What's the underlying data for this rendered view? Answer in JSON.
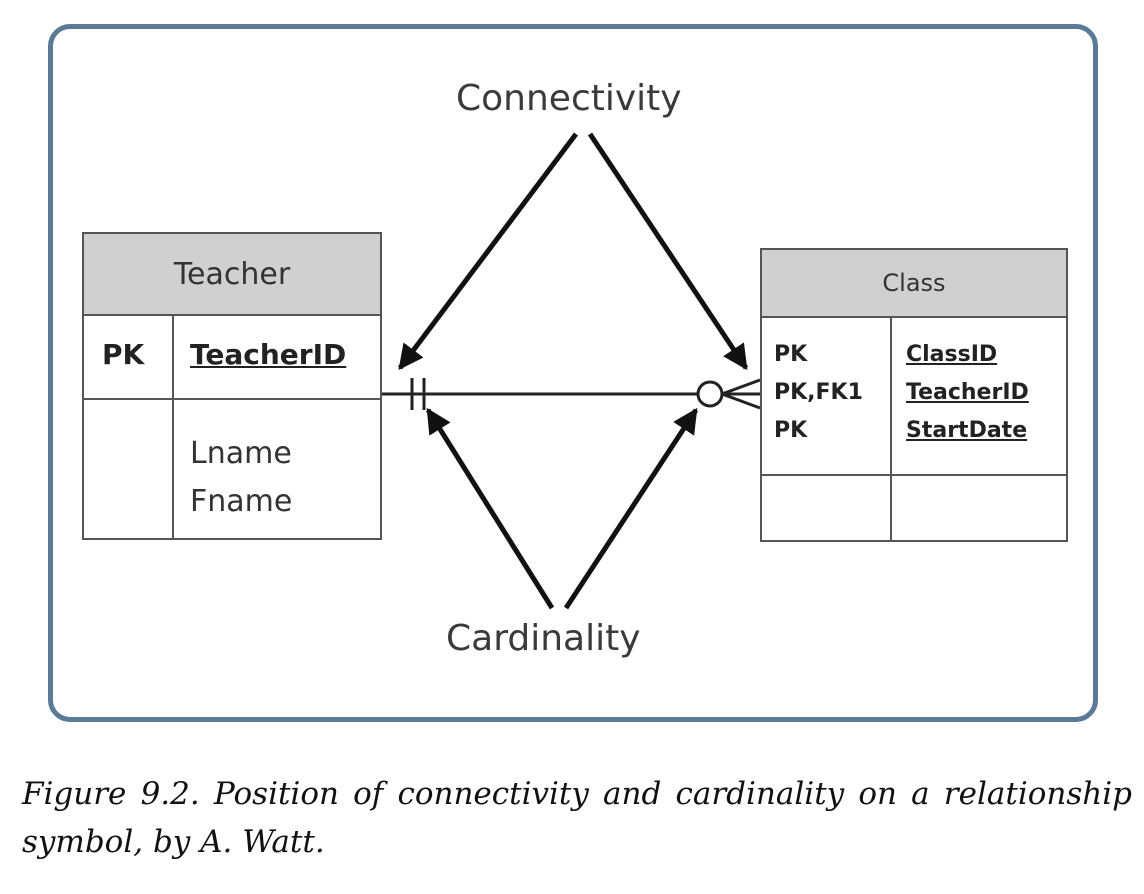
{
  "labels": {
    "connectivity": "Connectivity",
    "cardinality": "Cardinality"
  },
  "teacher": {
    "name": "Teacher",
    "pk_key": "PK",
    "pk_field": "TeacherID",
    "attributes": [
      "Lname",
      "Fname"
    ]
  },
  "class": {
    "name": "Class",
    "keys": [
      "PK",
      "PK,FK1",
      "PK"
    ],
    "fields": [
      "ClassID",
      "TeacherID",
      "StartDate"
    ]
  },
  "relationship": {
    "teacher_end": "one and only one",
    "class_end": "zero or many"
  },
  "caption": "Figure 9.2. Position of connectivity and cardinality on a relationship symbol, by A. Watt."
}
